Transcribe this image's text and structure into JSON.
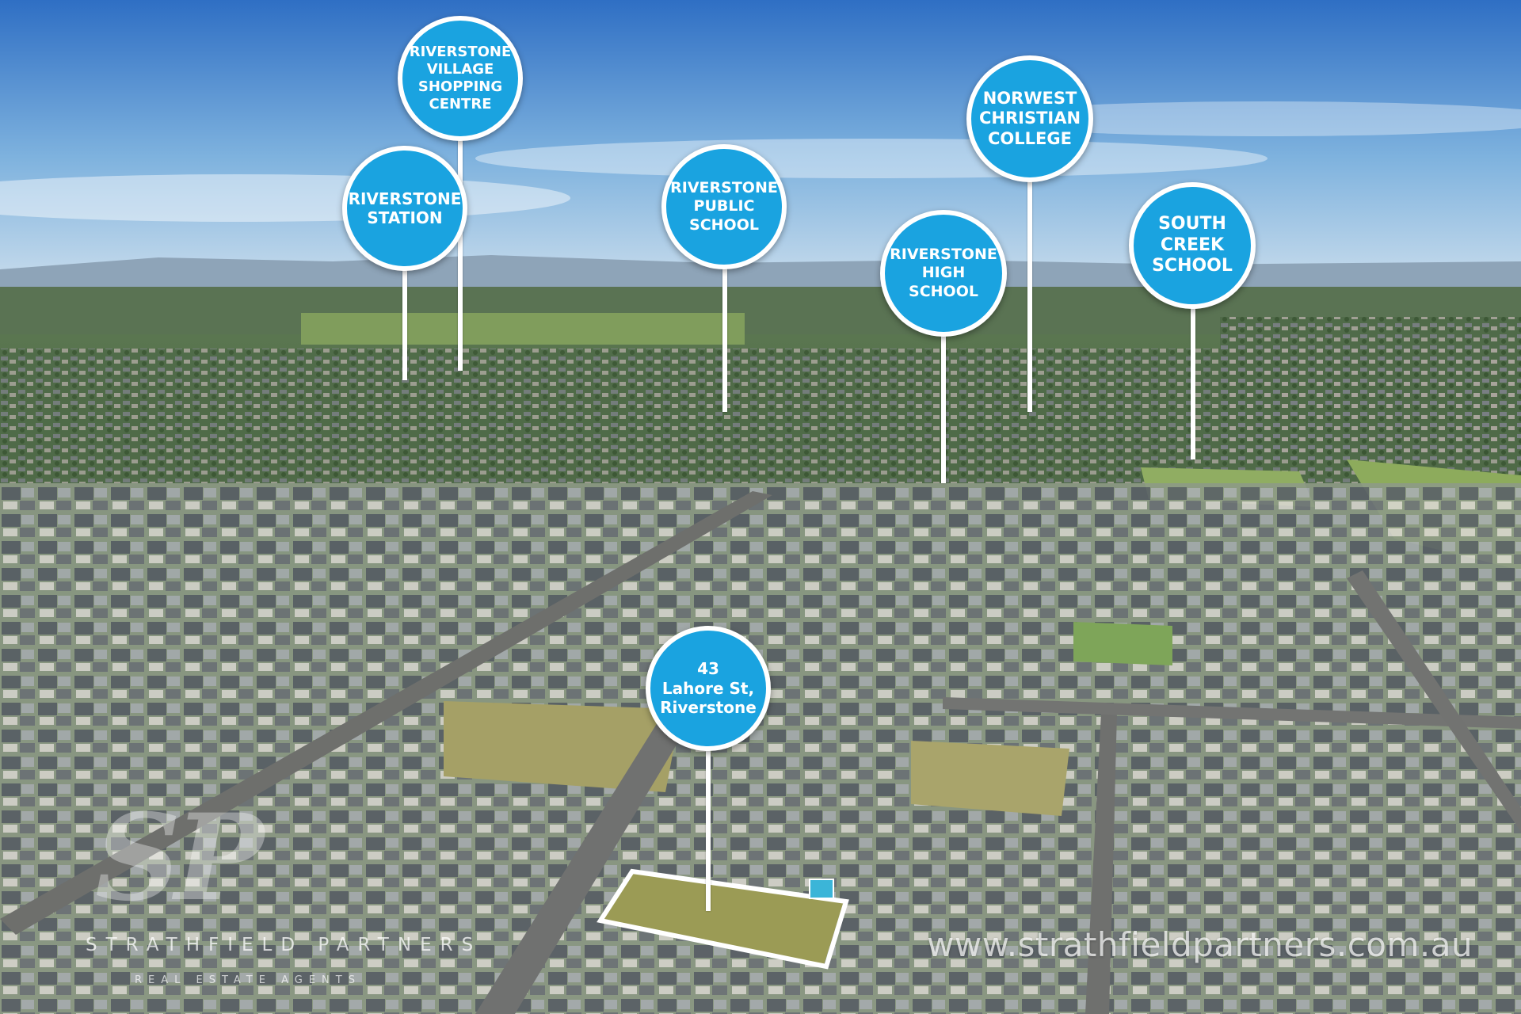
{
  "pins": [
    {
      "id": "riverstone-village",
      "lines": [
        "RIVERSTONE",
        "VILLAGE",
        "SHOPPING",
        "CENTRE"
      ]
    },
    {
      "id": "riverstone-station",
      "lines": [
        "RIVERSTONE",
        "STATION"
      ]
    },
    {
      "id": "riverstone-public-school",
      "lines": [
        "RIVERSTONE",
        "PUBLIC",
        "SCHOOL"
      ]
    },
    {
      "id": "norwest-christian-college",
      "lines": [
        "NORWEST",
        "CHRISTIAN",
        "COLLEGE"
      ]
    },
    {
      "id": "riverstone-high-school",
      "lines": [
        "RIVERSTONE",
        "HIGH",
        "SCHOOL"
      ]
    },
    {
      "id": "south-creek-school",
      "lines": [
        "SOUTH",
        "CREEK",
        "SCHOOL"
      ]
    },
    {
      "id": "property",
      "lines": [
        "43",
        "Lahore St,",
        "Riverstone"
      ]
    }
  ],
  "branding": {
    "logo_mark": "SP",
    "agency_name": "STRATHFIELD PARTNERS",
    "agency_tagline": "REAL ESTATE AGENTS",
    "website": "www.strathfieldpartners.com.au"
  },
  "colors": {
    "pin_fill": "#1aa3e0",
    "pin_border": "#ffffff"
  }
}
